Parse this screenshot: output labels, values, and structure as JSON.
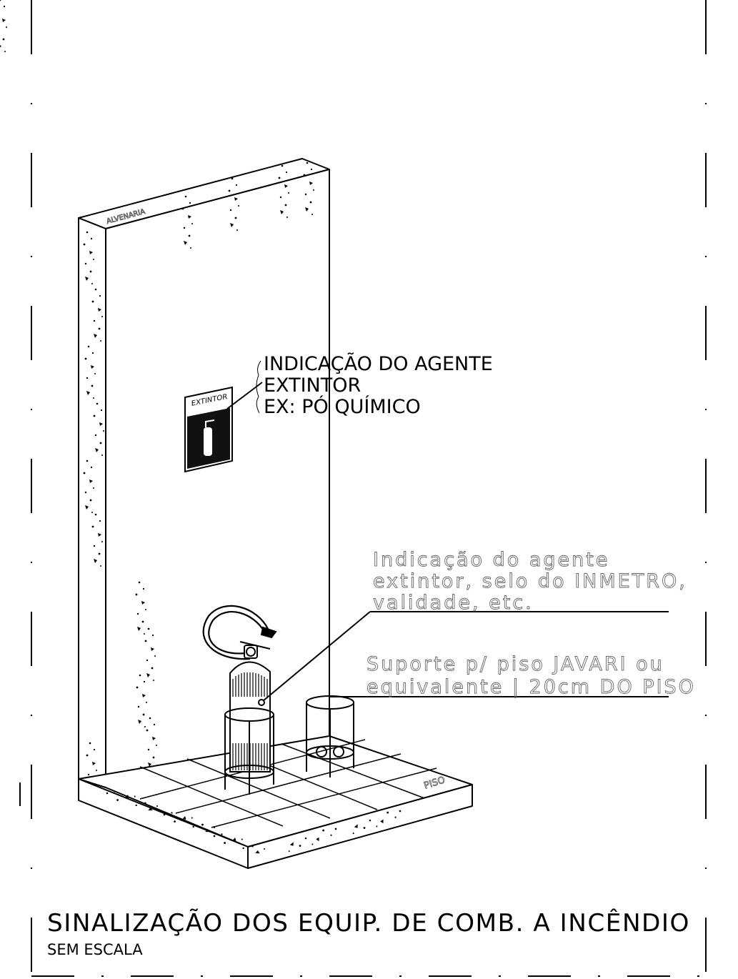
{
  "sign_callout": {
    "lines": [
      "INDICAÇÃO DO AGENTE",
      "EXTINTOR",
      "EX: PÓ QUÍMICO"
    ]
  },
  "sign_plate": {
    "header": "EXTINTOR"
  },
  "extinguisher_label_note": {
    "lines": [
      "Indicação do agente",
      "extintor, selo do INMETRO,",
      "validade, etc."
    ]
  },
  "stand_note": {
    "lines": [
      "Suporte p/ piso JAVARI ou",
      "equivalente | 20cm DO PISO"
    ]
  },
  "wall_tag": "ALVENARIA",
  "floor_tag": "PISO",
  "drawing_title": "SINALIZAÇÃO DOS EQUIP. DE COMB. A INCÊNDIO",
  "drawing_scale": "SEM ESCALA"
}
